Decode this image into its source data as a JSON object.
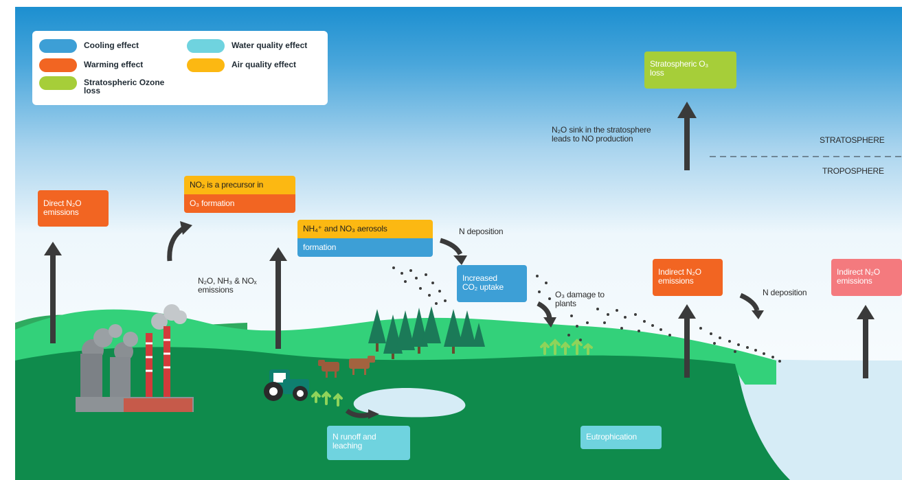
{
  "colors": {
    "cooling": "#3d9fd6",
    "warming": "#f26522",
    "ozone": "#a6ce39",
    "water": "#6fd3df",
    "air": "#fcb812",
    "indirect_light": "#f47a7e",
    "arrow": "#3a3a3a",
    "land_dark": "#0f8b4c",
    "land_light": "#33d17a",
    "water_body": "#d6ecf6"
  },
  "legend": {
    "cooling": "Cooling effect",
    "warming": "Warming effect",
    "ozone": "Stratospheric Ozone\nloss",
    "water": "Water quality effect",
    "air": "Air quality effect"
  },
  "boxes": {
    "direct_n2o": "Direct N₂O\nemissions",
    "nox_precursor_top": "NO₂ is a precursor in",
    "nox_precursor_bottom": "O₃ formation",
    "aerosols_top": "NH₄⁺ and NO₃ aerosols",
    "aerosols_bottom": "formation",
    "co2_uptake": "Increased\nCO₂ uptake",
    "strat_o3": "Stratospheric O₃\nloss",
    "indirect_1": "Indirect N₂O\nemissions",
    "indirect_2": "Indirect N₂O\nemissions",
    "runoff": "N runoff and\nleaching",
    "eutrophication": "Eutrophication"
  },
  "labels": {
    "emissions": "N₂O, NH₃ & NOₓ\nemissions",
    "n_deposition_1": "N deposition",
    "o3_damage": "O₃ damage to\nplants",
    "n2o_sink": "N₂O sink in the stratosphere\nleads to NO production",
    "stratosphere": "STRATOSPHERE",
    "troposphere": "TROPOSPHERE",
    "n_deposition_2": "N deposition"
  },
  "icons": [
    "factory-icon",
    "tractor-icon",
    "cow-icon",
    "pine-tree-icon",
    "sprout-icon"
  ]
}
